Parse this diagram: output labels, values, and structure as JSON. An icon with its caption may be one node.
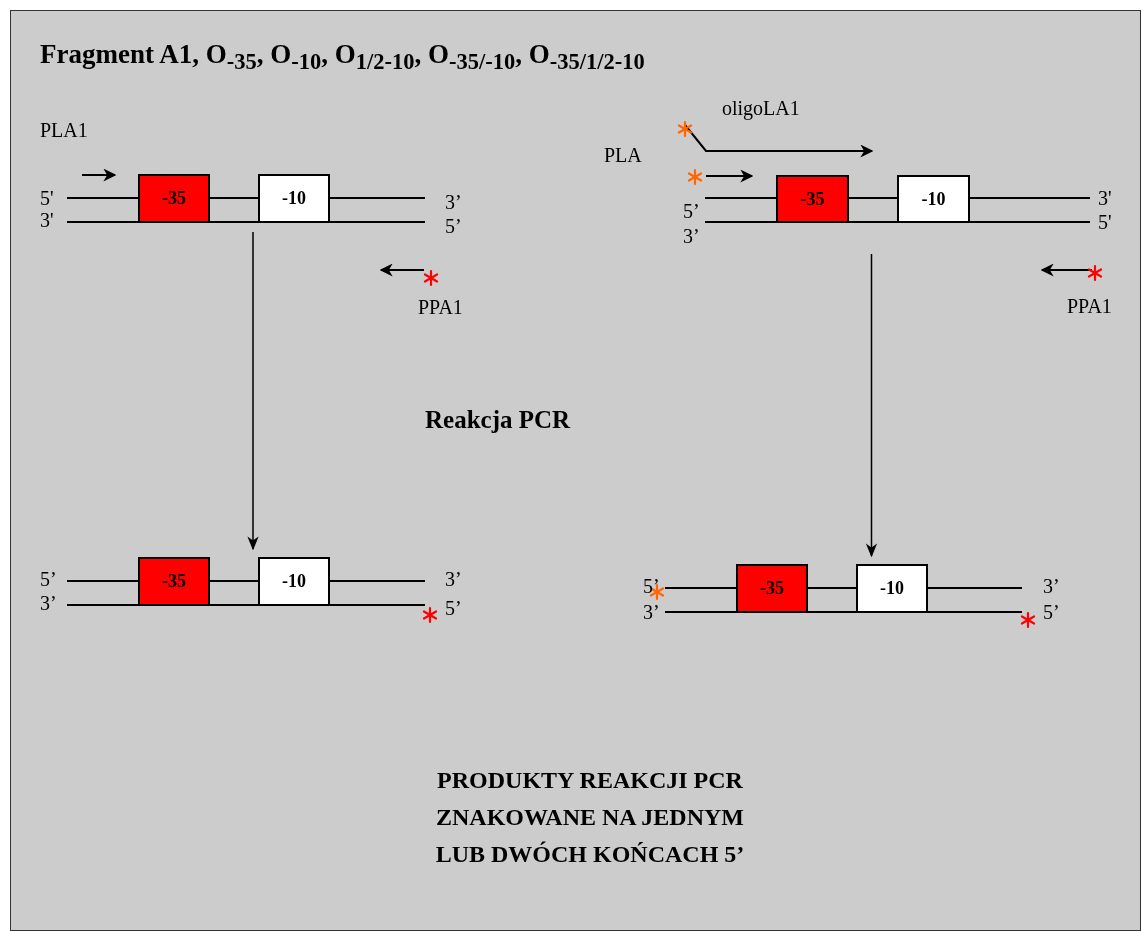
{
  "diagram": {
    "title": "Fragment A1, O$_{-35}$, O$_{-10}$, O$_{1/2-10}$, O$_{-35/-10}$, O$_{-35/1/2-10}$",
    "caption": "PRODUKTY REAKCJI PCR ZNAKOWANE NA JEDNYM LUB DWÓCH KOŃCACH 5’",
    "nodes": [
      {
        "text": [],
        "shape": "bar",
        "beside": [
          "5'",
          "3'",
          "3’",
          "5’"
        ]
      },
      {
        "text": [
          "-35"
        ],
        "in": 0
      },
      {
        "text": [
          "-10"
        ],
        "in": 0
      },
      {
        "text": [],
        "shape": "bar",
        "beside": [
          "5’",
          "3’",
          "3'",
          "5'"
        ]
      },
      {
        "text": [
          "-35"
        ],
        "in": 3
      },
      {
        "text": [
          "-10"
        ],
        "in": 3
      },
      {
        "text": [],
        "shape": "bar",
        "beside": [
          "5’",
          "3’",
          "3’",
          "5’"
        ]
      },
      {
        "text": [
          "-35"
        ],
        "in": 6
      },
      {
        "text": [
          "-10"
        ],
        "in": 6
      },
      {
        "text": [],
        "shape": "bar",
        "beside": [
          "5’",
          "3’",
          "3’",
          "5’"
        ]
      },
      {
        "text": [
          "-35"
        ],
        "in": 9
      },
      {
        "text": [
          "-10"
        ],
        "in": 9
      }
    ],
    "edges": [
      {
        "from": 0,
        "to": 6,
        "arrow": "to"
      },
      {
        "from": 3,
        "to": 9,
        "arrow": "to"
      }
    ],
    "labels": [
      "oligoLA1",
      "PLA1",
      "PLA",
      "PPA1",
      "PPA1",
      "Reakcja PCR"
    ]
  }
}
